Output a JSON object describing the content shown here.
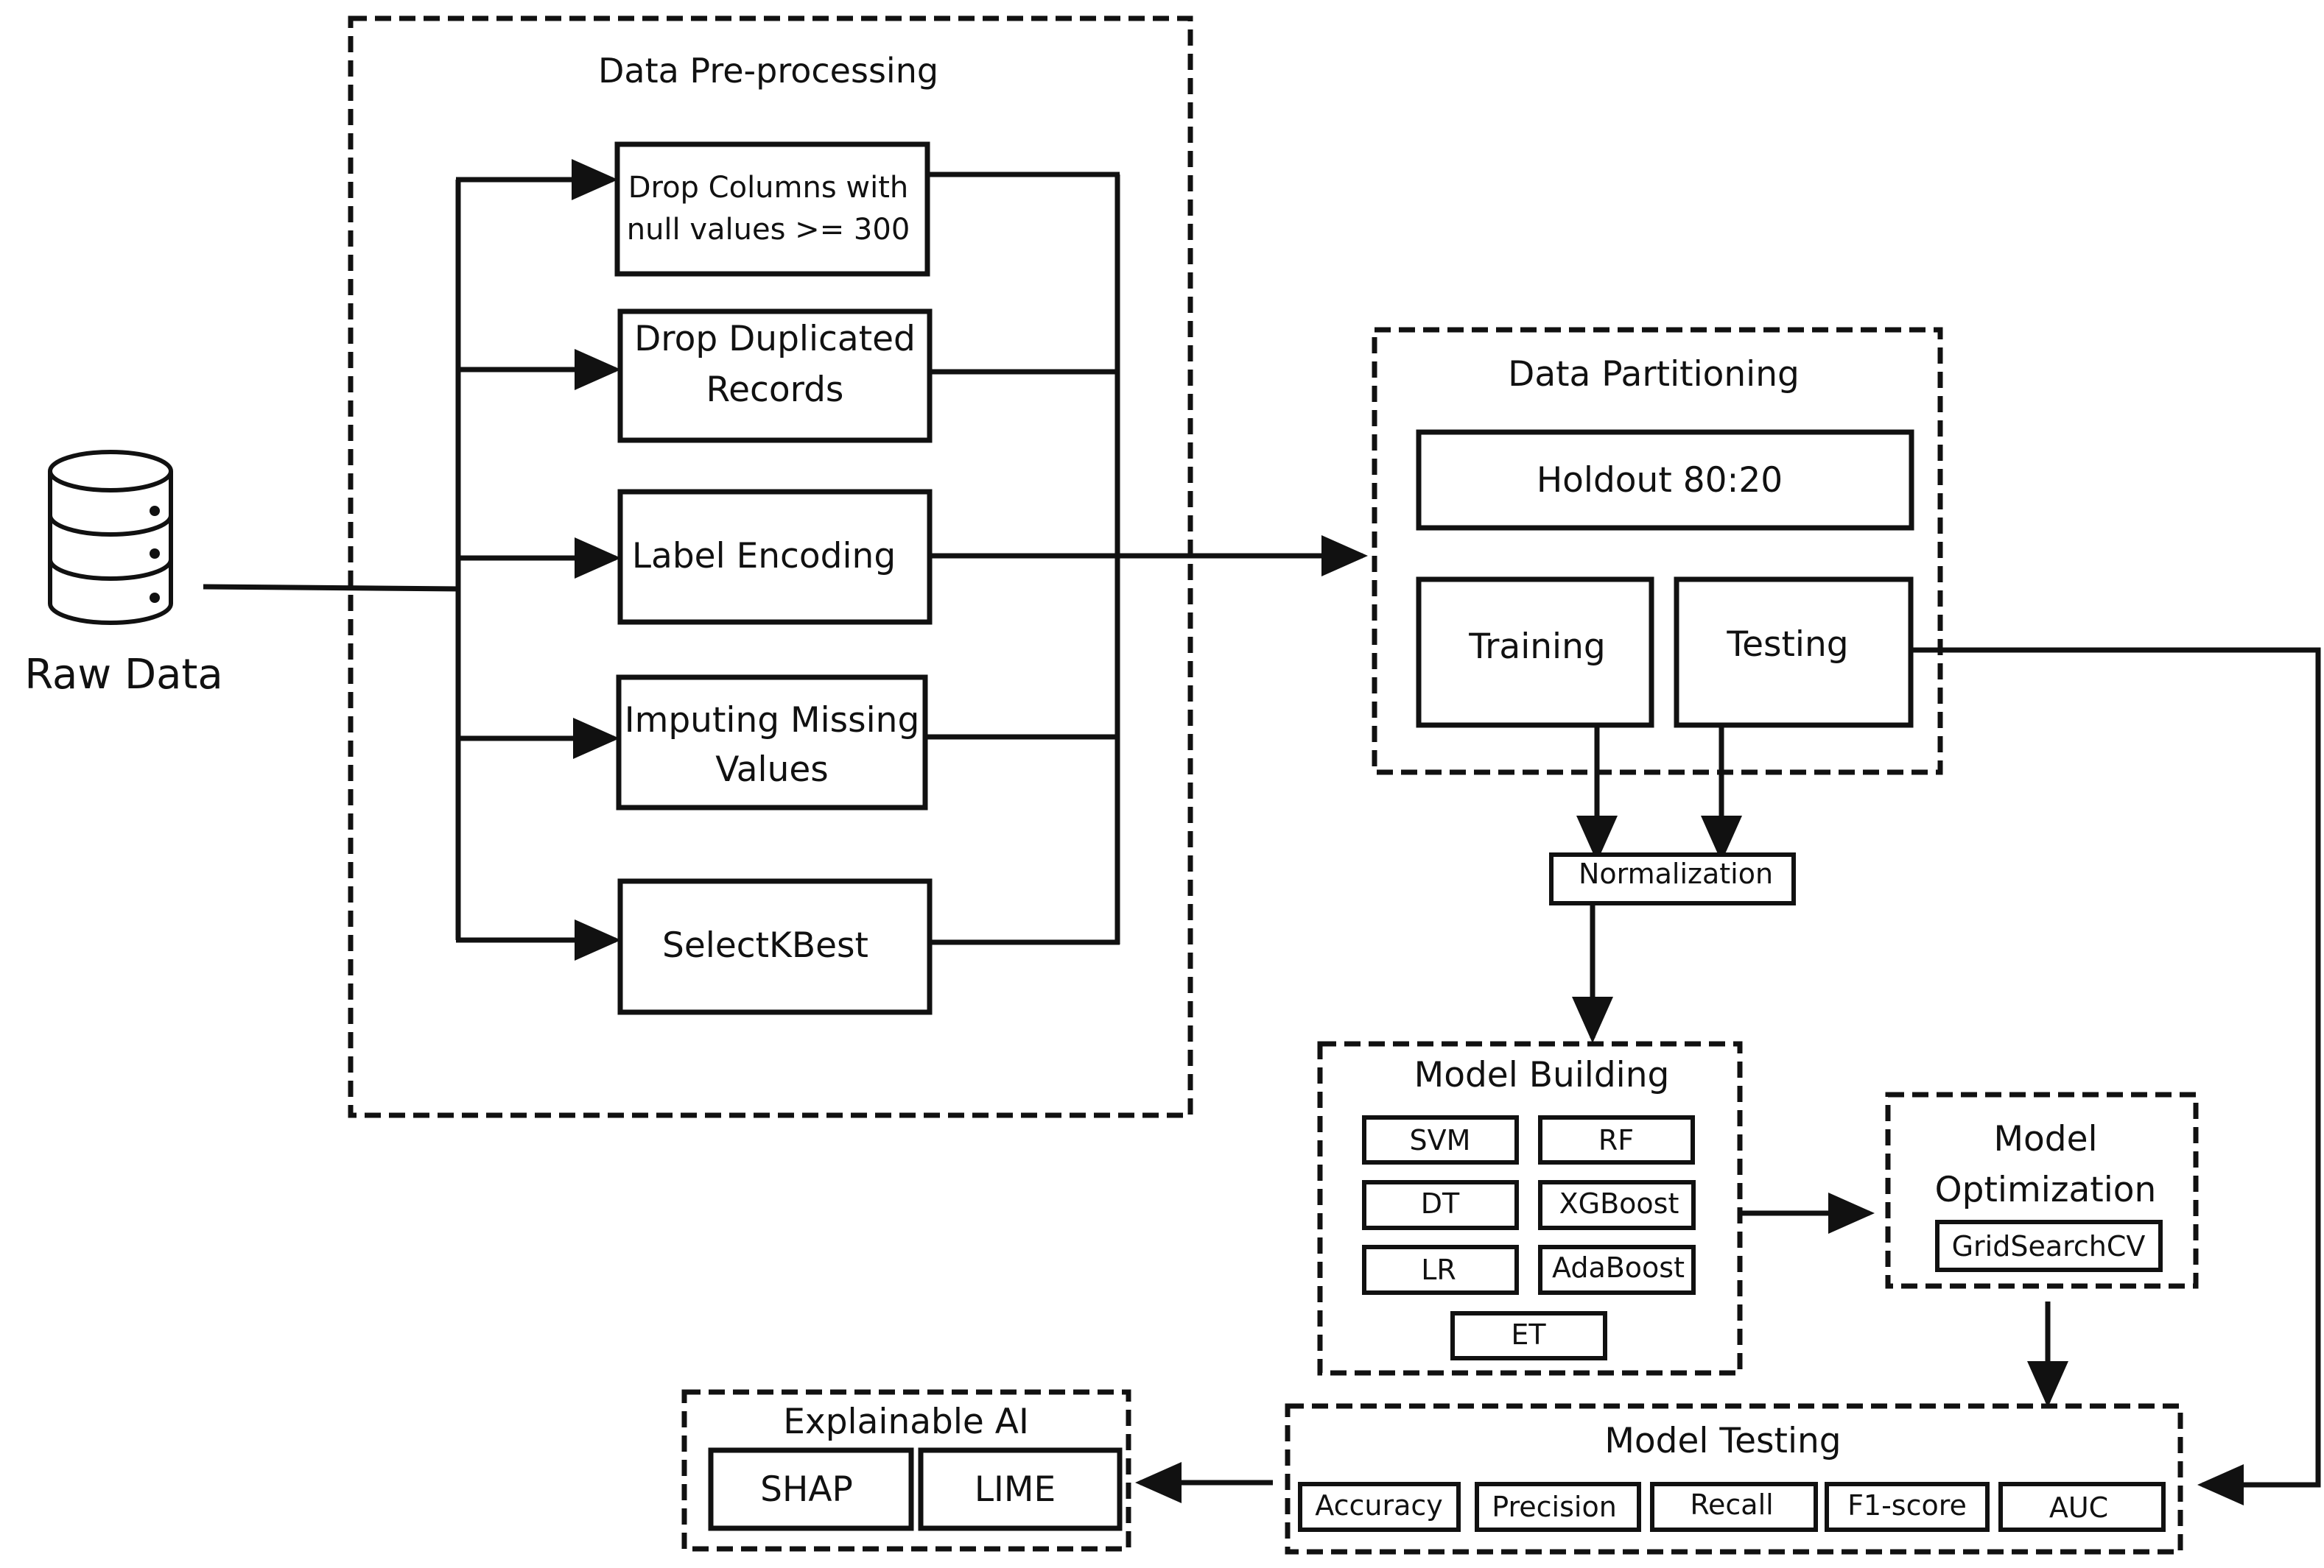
{
  "raw_data": {
    "label": "Raw Data"
  },
  "preprocessing": {
    "title": "Data Pre-processing",
    "steps": [
      {
        "line1": "Drop Columns with",
        "line2": "null values >= 300"
      },
      {
        "line1": "Drop Duplicated",
        "line2": "Records"
      },
      {
        "line1": "Label Encoding",
        "line2": ""
      },
      {
        "line1": "Imputing Missing",
        "line2": "Values"
      },
      {
        "line1": "SelectKBest",
        "line2": ""
      }
    ]
  },
  "partitioning": {
    "title": "Data Partitioning",
    "holdout": "Holdout 80:20",
    "training": "Training",
    "testing": "Testing"
  },
  "normalization": {
    "label": "Normalization"
  },
  "model_building": {
    "title": "Model Building",
    "models": [
      "SVM",
      "RF",
      "DT",
      "XGBoost",
      "LR",
      "AdaBoost",
      "ET"
    ]
  },
  "model_optimization": {
    "title_line1": "Model",
    "title_line2": "Optimization",
    "method": "GridSearchCV"
  },
  "model_testing": {
    "title": "Model Testing",
    "metrics": [
      "Accuracy",
      "Precision",
      "Recall",
      "F1-score",
      "AUC"
    ]
  },
  "explainable_ai": {
    "title": "Explainable AI",
    "methods": [
      "SHAP",
      "LIME"
    ]
  }
}
